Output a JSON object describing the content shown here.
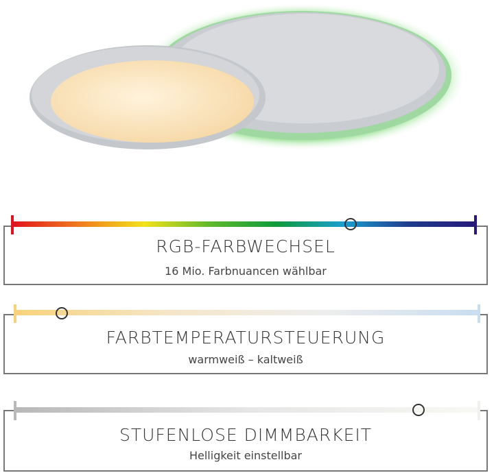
{
  "features": [
    {
      "title": "RGB-FARBWECHSEL",
      "subtitle": "16 Mio. Farbnuancen wählbar",
      "slider_value": 0.73,
      "colors": [
        "#e0141c",
        "#f07a1e",
        "#f2e21a",
        "#5cb92c",
        "#0f9a3c",
        "#1a9fd0",
        "#1f3b8c",
        "#27197a"
      ]
    },
    {
      "title": "FARBTEMPERATURSTEUERUNG",
      "subtitle": "warmweiß – kaltweiß",
      "slider_value": 0.1,
      "colors": [
        "#f7d27a",
        "#f5e6c8",
        "#eeeeee",
        "#c8ddf0"
      ]
    },
    {
      "title": "STUFENLOSE DIMMBARKEIT",
      "subtitle": "Helligkeit einstellbar",
      "slider_value": 0.87,
      "colors": [
        "#b8b8b8",
        "#e6e6e6",
        "#f8f8f4"
      ]
    }
  ]
}
